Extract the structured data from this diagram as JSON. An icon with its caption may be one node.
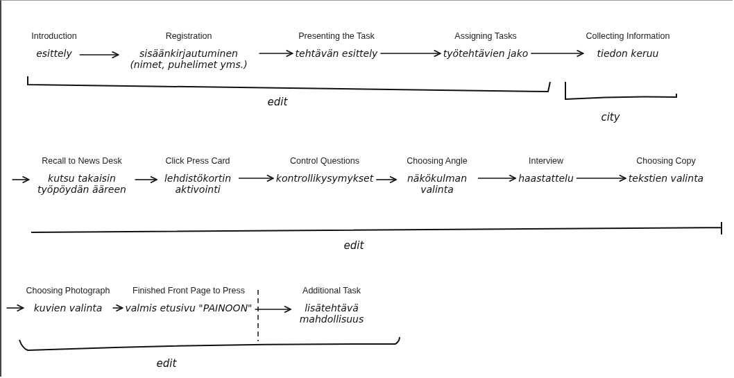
{
  "diagram": {
    "nodes": [
      {
        "text": [
          "Introduction",
          "esittely"
        ]
      },
      {
        "text": [
          "Registration",
          "sisäänkirjautuminen (nimet, puhelimet yms.)"
        ]
      },
      {
        "text": [
          "Presenting the Task",
          "tehtävän esittely"
        ]
      },
      {
        "text": [
          "Assigning Tasks",
          "työtehtävien jako"
        ]
      },
      {
        "text": [
          "Collecting Information",
          "tiedon keruu"
        ]
      },
      {
        "text": [
          "Recall to News Desk",
          "kutsu takaisin työpöydän ääreen"
        ]
      },
      {
        "text": [
          "Click Press Card",
          "lehdistökortin aktivointi"
        ]
      },
      {
        "text": [
          "Control Questions",
          "kontrollikysymykset"
        ]
      },
      {
        "text": [
          "Choosing Angle",
          "näkökulman valinta"
        ]
      },
      {
        "text": [
          "Interview",
          "haastattelu"
        ]
      },
      {
        "text": [
          "Choosing Copy",
          "tekstien valinta"
        ]
      },
      {
        "text": [
          "Choosing Photograph",
          "kuvien valinta"
        ]
      },
      {
        "text": [
          "Finished Front Page to Press",
          "valmis etusivu \"PAINOON\""
        ]
      },
      {
        "text": [
          "Additional Task",
          "lisätehtävä mahdollisuus"
        ]
      }
    ],
    "edges": [
      {
        "from": 0,
        "to": 1,
        "arrow": "to"
      },
      {
        "from": 1,
        "to": 2,
        "arrow": "to"
      },
      {
        "from": 2,
        "to": 3,
        "arrow": "to"
      },
      {
        "from": 3,
        "to": 4,
        "arrow": "to"
      },
      {
        "from": null,
        "to": 5,
        "arrow": "to"
      },
      {
        "from": 5,
        "to": 6,
        "arrow": "to"
      },
      {
        "from": 6,
        "to": 7,
        "arrow": "to"
      },
      {
        "from": 7,
        "to": 8,
        "arrow": "to"
      },
      {
        "from": 8,
        "to": 9,
        "arrow": "to"
      },
      {
        "from": 9,
        "to": 10,
        "arrow": "to"
      },
      {
        "from": null,
        "to": 11,
        "arrow": "to"
      },
      {
        "from": 11,
        "to": 12,
        "arrow": "to"
      },
      {
        "from": 12,
        "to": 13,
        "arrow": "to"
      }
    ],
    "labels": [
      "edit",
      "city",
      "edit",
      "edit"
    ]
  }
}
